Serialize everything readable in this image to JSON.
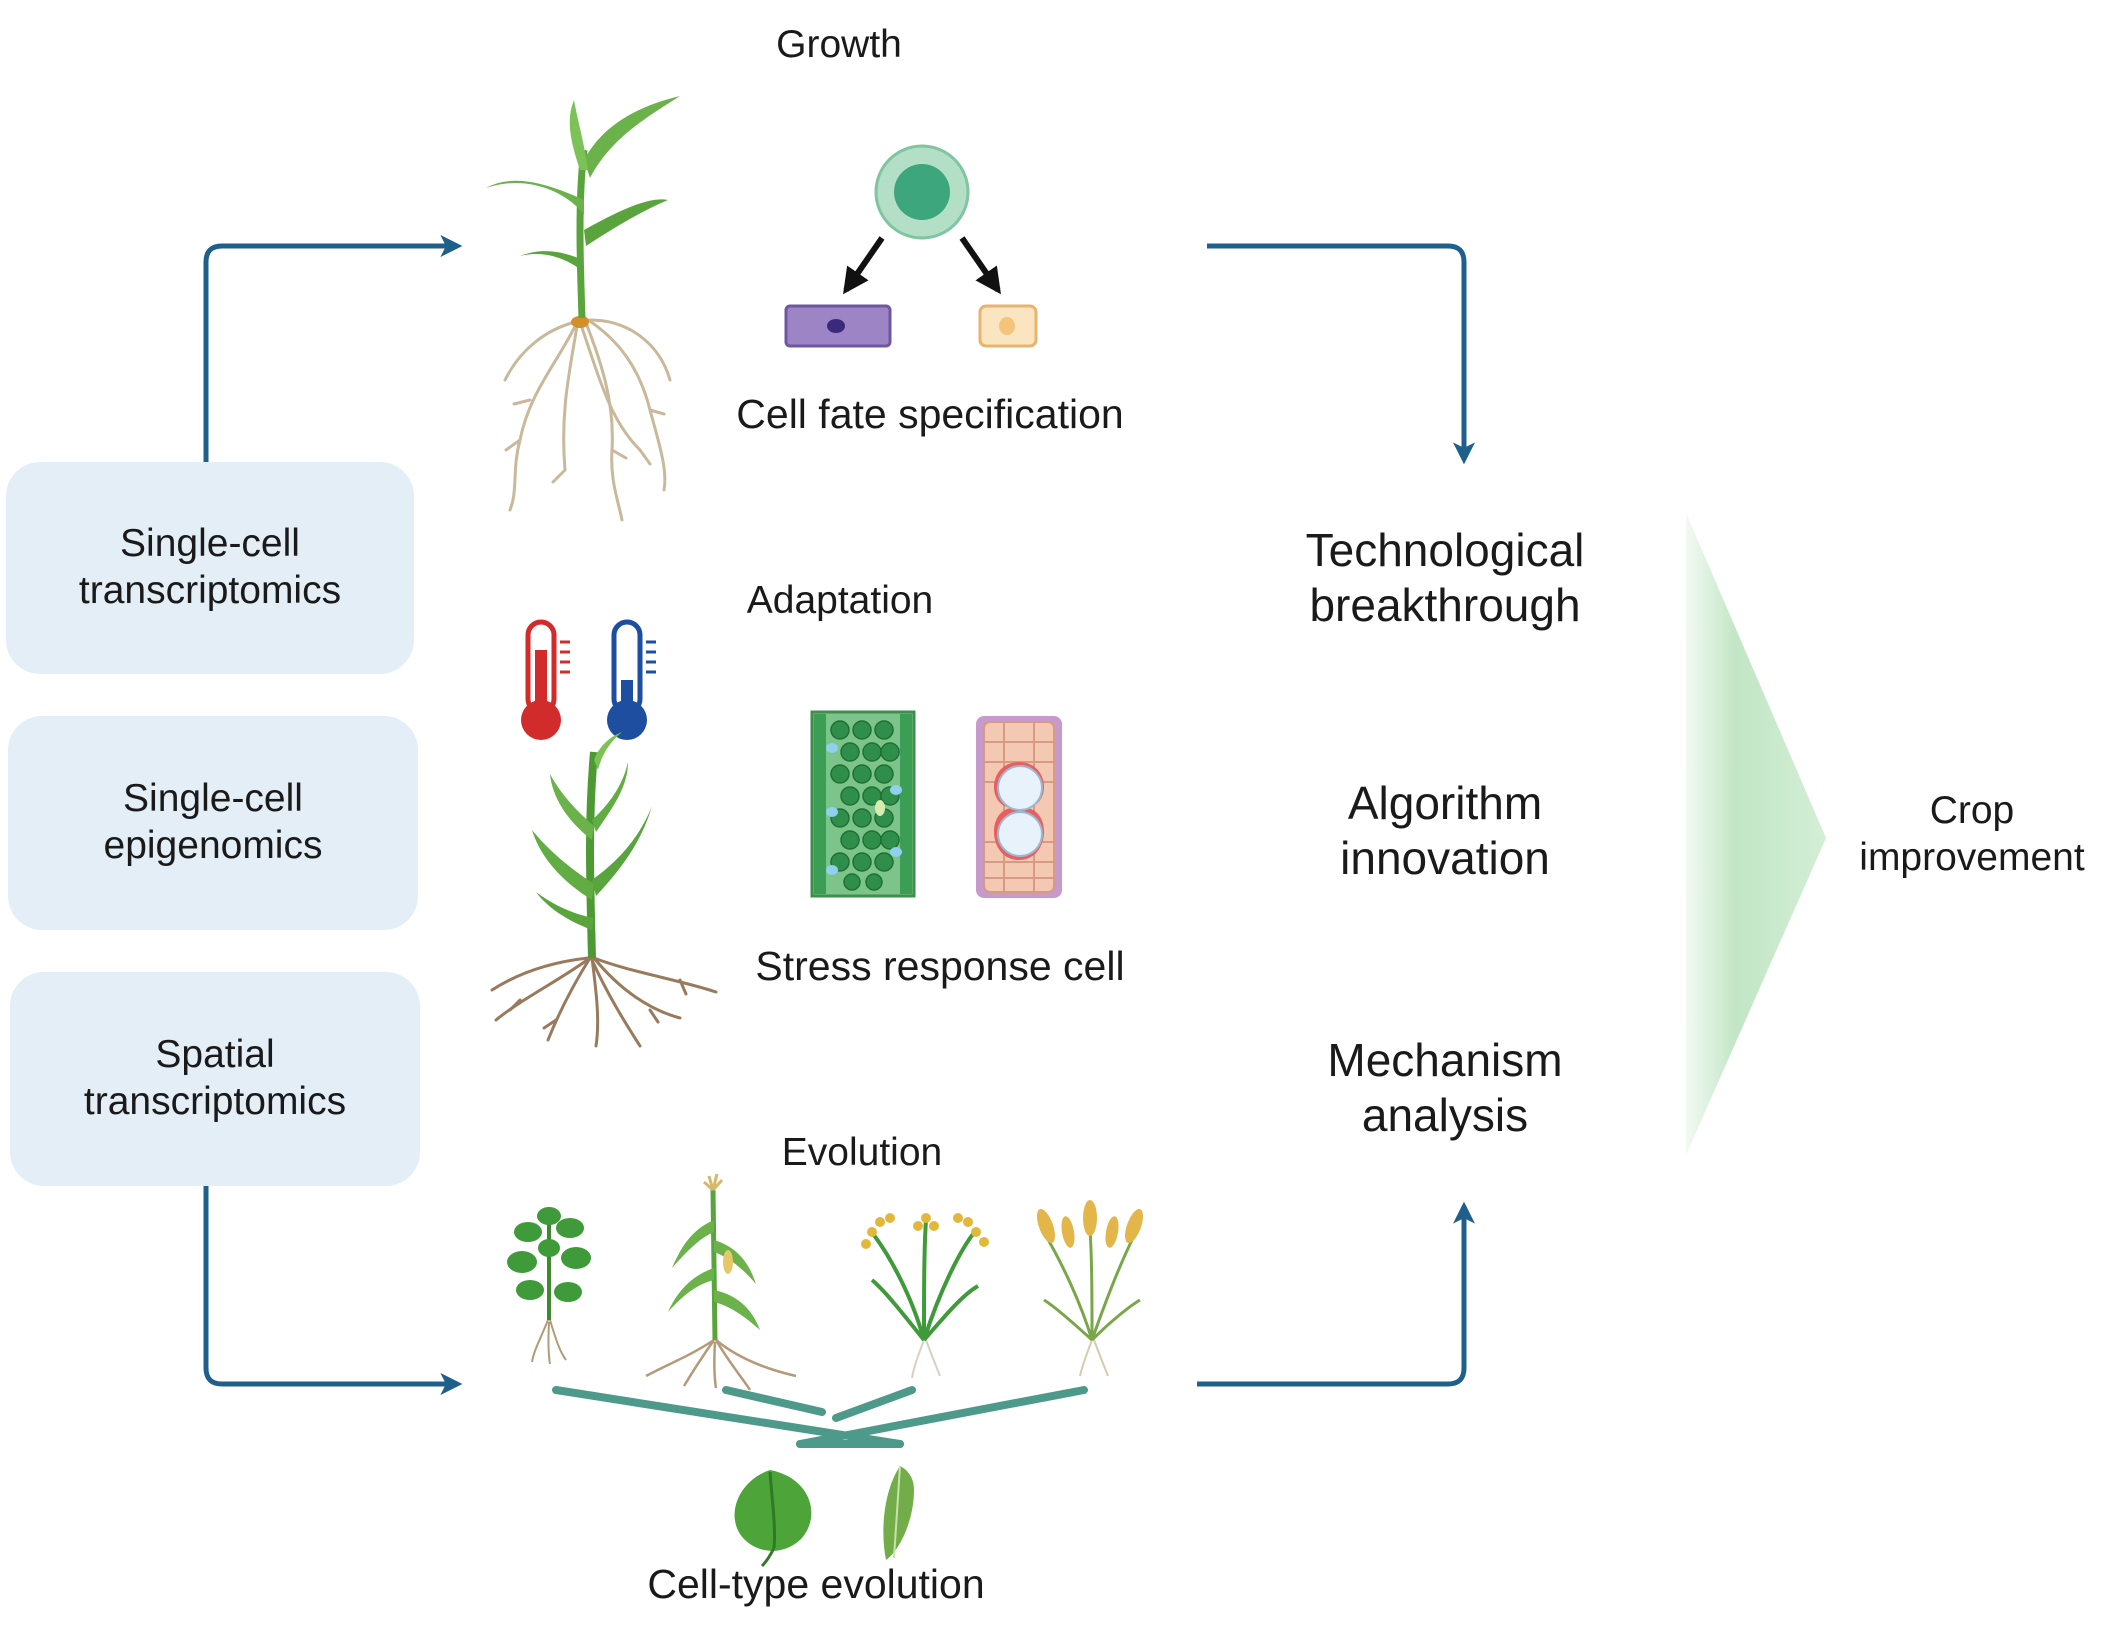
{
  "methods": [
    {
      "line1": "Single-cell",
      "line2": "transcriptomics"
    },
    {
      "line1": "Single-cell",
      "line2": "epigenomics"
    },
    {
      "line1": "Spatial",
      "line2": "transcriptomics"
    }
  ],
  "panels": {
    "growth": {
      "title": "Growth",
      "caption": "Cell fate specification",
      "color": "#f3ecc7"
    },
    "adaptation": {
      "title": "Adaptation",
      "caption": "Stress response cell",
      "color": "#e4ecdd"
    },
    "evolution": {
      "title": "Evolution",
      "caption": "Cell-type evolution",
      "color": "#d8e8f1"
    }
  },
  "outcomes": [
    {
      "line1": "Technological",
      "line2": "breakthrough"
    },
    {
      "line1": "Algorithm",
      "line2": "innovation"
    },
    {
      "line1": "Mechanism",
      "line2": "analysis"
    }
  ],
  "goal": {
    "line1": "Crop",
    "line2": "improvement",
    "color": "#93c595"
  },
  "colors": {
    "arrow": "#1f5f8b",
    "method_box": "#e3eef6",
    "outcome_box": "#e4e2f2",
    "big_arrow": "#c9e8cc"
  },
  "icons": [
    "maize-plant-icon",
    "stem-cell-icon",
    "purple-cell-icon",
    "orange-cell-icon",
    "hot-thermometer-icon",
    "cold-thermometer-icon",
    "leaf-tissue-icon",
    "vascular-bundle-icon",
    "soybean-icon",
    "maize-icon",
    "rice-icon",
    "wheat-icon",
    "phylogenetic-tree-icon",
    "dicot-leaf-icon",
    "monocot-leaf-icon"
  ]
}
